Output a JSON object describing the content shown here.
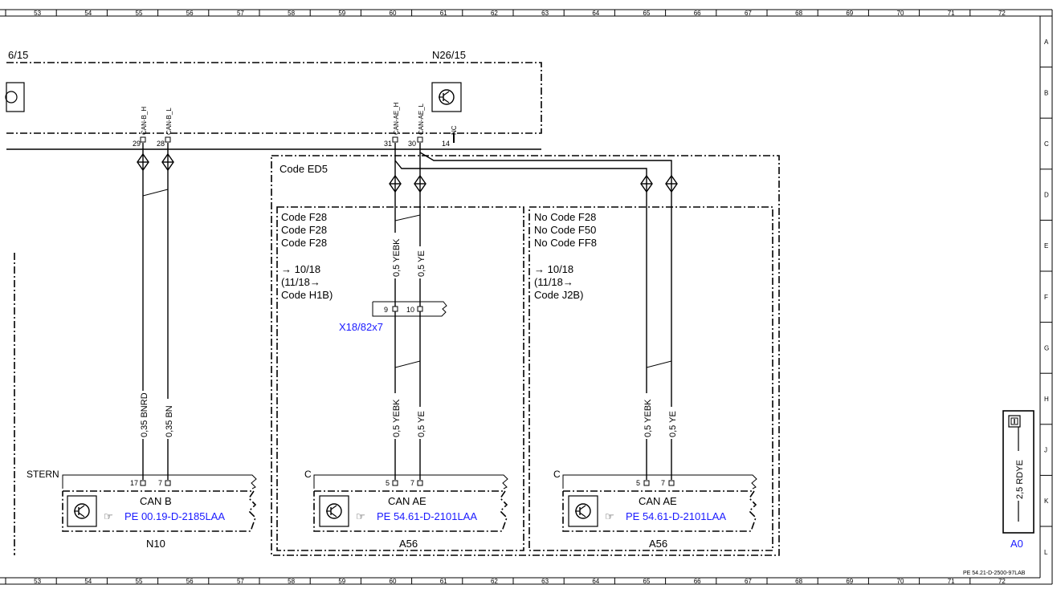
{
  "grid": {
    "columns": [
      "53",
      "54",
      "55",
      "56",
      "57",
      "58",
      "59",
      "60",
      "61",
      "62",
      "63",
      "64",
      "65",
      "66",
      "67",
      "68",
      "69",
      "70",
      "71",
      "72"
    ],
    "rows": [
      "A",
      "B",
      "C",
      "D",
      "E",
      "F",
      "G",
      "H",
      "J",
      "K",
      "L"
    ]
  },
  "components": {
    "left_label": "6/15",
    "n26_label": "N26/15",
    "n10_label": "N10",
    "a56_left_label": "A56",
    "a56_right_label": "A56",
    "a0_label": "A0",
    "stern": "STERN",
    "c_left": "C",
    "c_right": "C"
  },
  "pins": {
    "can_b_h": "CAN-B_H",
    "can_b_l": "CAN-B_L",
    "can_ae_h": "CAN-AE_H",
    "can_ae_l": "CAN-AE_L",
    "nc": "NC",
    "p29": "29",
    "p28": "28",
    "p31": "31",
    "p30": "30",
    "p14": "14",
    "p17": "17",
    "p7a": "7",
    "p5b": "5",
    "p7b": "7",
    "p5c": "5",
    "p7c": "7",
    "p9": "9",
    "p10": "10"
  },
  "codes": {
    "ed5": "Code ED5",
    "mid_1": "Code F28",
    "mid_2": "Code F28",
    "mid_3": "Code F28",
    "mid_d1": "→ 10/18",
    "mid_d2": "(11/18→",
    "mid_d3": "Code H1B)",
    "right_1": "No Code F28",
    "right_2": "No Code F50",
    "right_3": "No Code FF8",
    "right_d1": "→ 10/18",
    "right_d2": "(11/18→",
    "right_d3": "Code J2B)"
  },
  "wires": {
    "w035bnrd": "0,35 BNRD",
    "w035bn": "0,35 BN",
    "w05yebk_1": "0,5 YEBK",
    "w05ye_1": "0,5 YE",
    "w05yebk_2": "0,5 YEBK",
    "w05ye_2": "0,5 YE",
    "w05yebk_3": "0,5 YEBK",
    "w05ye_3": "0,5 YE",
    "w25rdye": "2,5 RDYE"
  },
  "connectors": {
    "x18": "X18/82x7"
  },
  "modules": {
    "can_b": "CAN B",
    "can_ae_1": "CAN AE",
    "can_ae_2": "CAN AE",
    "ref_n10": "PE 00.19-D-2185LAA",
    "ref_a56_1": "PE 54.61-D-2101LAA",
    "ref_a56_2": "PE 54.61-D-2101LAA",
    "hand_icon_glyph": "☞"
  },
  "footer": {
    "doc_ref": "PE 54.21-D-2500-97LAB"
  }
}
